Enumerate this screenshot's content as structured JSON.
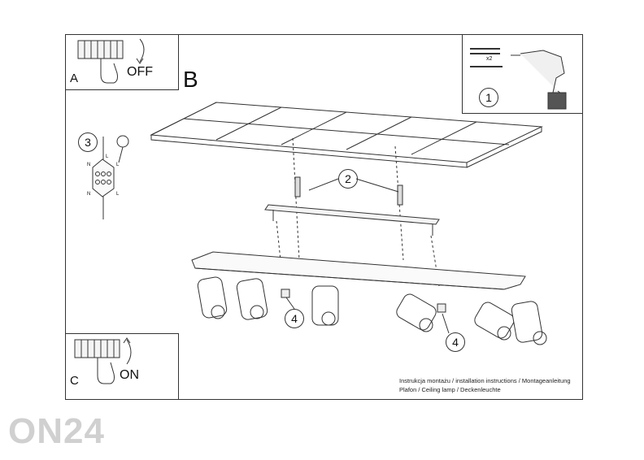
{
  "steps": {
    "a_letter": "A",
    "a_text": "OFF",
    "b_letter": "B",
    "c_letter": "C",
    "c_text": "ON"
  },
  "callouts": {
    "one": "1",
    "two": "2",
    "three": "3",
    "four_left": "4",
    "four_right": "4",
    "screws_multiplier": "x2"
  },
  "wiring_labels": {
    "n_top": "N",
    "l_top": "L",
    "l_top_right": "L",
    "n_bottom": "N",
    "l_bottom": "L",
    "l_bottom_right": "L"
  },
  "instructions": {
    "line1": "Instrukcja montażu / installation instructions / Montageanleitung",
    "line2": "Plafon / Ceiling lamp / Deckenleuchte"
  },
  "watermark": "ON24"
}
